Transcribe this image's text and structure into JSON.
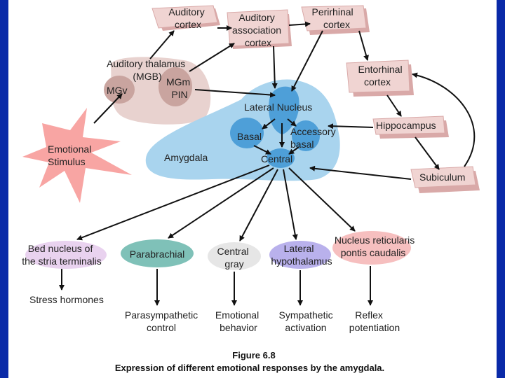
{
  "labels": {
    "auditory_cortex": [
      "Auditory",
      "cortex"
    ],
    "auditory_association_cortex": [
      "Auditory",
      "association",
      "cortex"
    ],
    "perirhinal_cortex": [
      "Perirhinal",
      "cortex"
    ],
    "auditory_thalamus": [
      "Auditory thalamus",
      "(MGB)"
    ],
    "mgv": "MGv",
    "mgm_pin": [
      "MGm",
      "PIN"
    ],
    "entorhinal_cortex": [
      "Entorhinal",
      "cortex"
    ],
    "emotional_stimulus": [
      "Emotional",
      "Stimulus"
    ],
    "lateral_nucleus": "Lateral Nucleus",
    "basal": "Basal",
    "accessory_basal": [
      "Accessory",
      "basal"
    ],
    "central": "Central",
    "amygdala": "Amygdala",
    "hippocampus": "Hippocampus",
    "subiculum": "Subiculum",
    "bed_nucleus": [
      "Bed nucleus of",
      "the stria terminalis"
    ],
    "parabrachial": "Parabrachial",
    "central_gray": [
      "Central",
      "gray"
    ],
    "lateral_hypothalamus": [
      "Lateral",
      "hypothalamus"
    ],
    "nucleus_reticularis": [
      "Nucleus reticularis",
      "pontis caudalis"
    ],
    "stress_hormones": "Stress hormones",
    "parasympathetic_control": [
      "Parasympathetic",
      "control"
    ],
    "emotional_behavior": [
      "Emotional",
      "behavior"
    ],
    "sympathetic_activation": [
      "Sympathetic",
      "activation"
    ],
    "reflex_potentiation": [
      "Reflex",
      "potentiation"
    ]
  },
  "caption": {
    "figure": "Figure 6.8",
    "text": "Expression of different emotional responses by the amygdala."
  },
  "colors": {
    "frame": "#0a2aa8",
    "cortex_box": "#f0d4d2",
    "cortex_shadow": "#d9a9a8",
    "thalamus": "#e8d2cf",
    "thalamus_nucleus": "#c9a49f",
    "stimulus": "#f8a5a3",
    "amygdala": "#a9d4ee",
    "amygdala_nucleus": "#4e9fd8",
    "bed_nucleus": "#e9d2ef",
    "parabrachial": "#7fc1b8",
    "central_gray": "#e6e6e6",
    "lateral_hypothalamus": "#b9b1ec",
    "nucleus_reticularis": "#f6bfbf"
  }
}
